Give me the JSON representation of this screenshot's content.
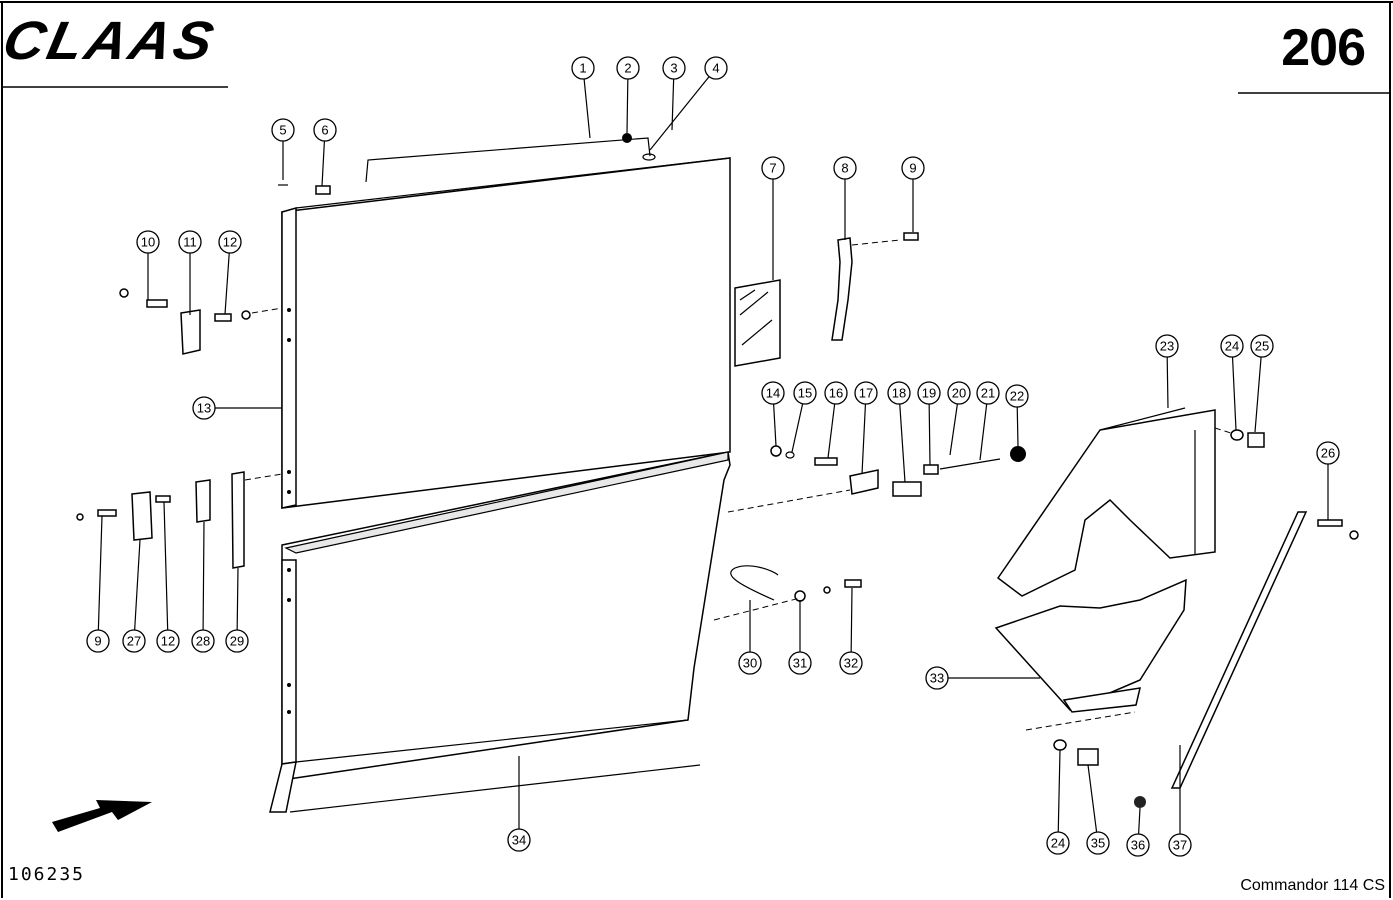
{
  "header": {
    "brand_logo": "CLAAS",
    "page_number": "206"
  },
  "footer": {
    "drawing_number": "106235",
    "model": "Commandor 114 CS"
  },
  "icons": {
    "direction_arrow": "arrow-right-icon"
  },
  "callouts": [
    {
      "label": "1"
    },
    {
      "label": "2"
    },
    {
      "label": "3"
    },
    {
      "label": "4"
    },
    {
      "label": "5"
    },
    {
      "label": "6"
    },
    {
      "label": "7"
    },
    {
      "label": "8"
    },
    {
      "label": "9"
    },
    {
      "label": "10"
    },
    {
      "label": "11"
    },
    {
      "label": "12"
    },
    {
      "label": "13"
    },
    {
      "label": "14"
    },
    {
      "label": "15"
    },
    {
      "label": "16"
    },
    {
      "label": "17"
    },
    {
      "label": "18"
    },
    {
      "label": "19"
    },
    {
      "label": "20"
    },
    {
      "label": "21"
    },
    {
      "label": "22"
    },
    {
      "label": "23"
    },
    {
      "label": "24"
    },
    {
      "label": "25"
    },
    {
      "label": "26"
    },
    {
      "label": "9"
    },
    {
      "label": "27"
    },
    {
      "label": "12"
    },
    {
      "label": "28"
    },
    {
      "label": "29"
    },
    {
      "label": "30"
    },
    {
      "label": "31"
    },
    {
      "label": "32"
    },
    {
      "label": "33"
    },
    {
      "label": "34"
    },
    {
      "label": "24"
    },
    {
      "label": "35"
    },
    {
      "label": "36"
    },
    {
      "label": "37"
    }
  ]
}
